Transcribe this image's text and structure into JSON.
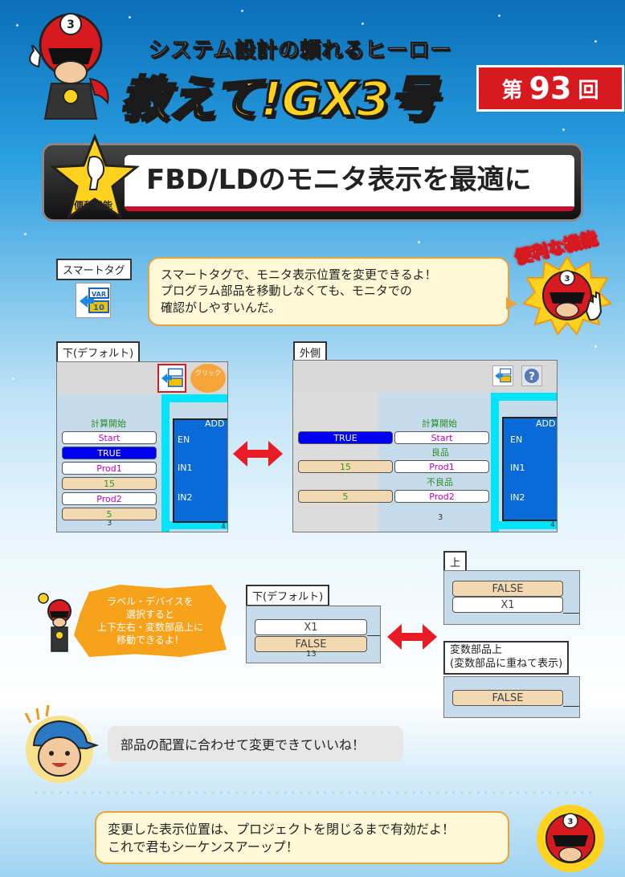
{
  "header": {
    "tagline": "システム設計の頼れるヒーロー",
    "title": "教えて!GX3号",
    "episode_prefix": "第",
    "episode_number": "93",
    "episode_suffix": "回"
  },
  "topic": {
    "badge": "便利機能",
    "title": "FBD/LDのモニタ表示を最適に"
  },
  "corner_badge": "便利な機能",
  "hero_mark": "3",
  "smart_tag": {
    "label": "スマートタグ",
    "icon_text_top": "VAR",
    "icon_text_bottom": "10",
    "bubble": "スマートタグで、モニタ表示位置を変更できるよ！\nプログラム部品を移動しなくても、モニタでの\n確認がしやすいんだ。"
  },
  "panel_default": {
    "label": "下(デフォルト)",
    "click_label": "クリック",
    "block_name": "ADD",
    "var_label": "計算開始",
    "cells": [
      "Start",
      "TRUE",
      "Prod1",
      "15",
      "Prod2",
      "5"
    ],
    "pins": [
      "EN",
      "IN1",
      "IN2"
    ],
    "foot": "3",
    "corner": "4"
  },
  "panel_outside": {
    "label": "外側",
    "block_name": "ADD",
    "var_label": "計算開始",
    "cells": [
      "TRUE",
      "Start",
      "15",
      "Prod1",
      "5",
      "Prod2"
    ],
    "sub_labels": [
      "良品",
      "不良品"
    ],
    "pins": [
      "EN",
      "IN1",
      "IN2"
    ],
    "foot": "3",
    "corner": "4"
  },
  "hint": {
    "text": "ラベル・デバイスを\n選択すると\n上下左右・変数部品上に\n移動できるよ！"
  },
  "small_default": {
    "label": "下(デフォルト)",
    "cells": [
      "X1",
      "FALSE"
    ],
    "foot": "13"
  },
  "small_top": {
    "label": "上",
    "cells": [
      "FALSE",
      "X1"
    ]
  },
  "small_over": {
    "label": "変数部品上\n(変数部品に重ねて表示)",
    "cells": [
      "FALSE"
    ]
  },
  "comment": {
    "text": "部品の配置に合わせて変更できていいね！"
  },
  "footer": {
    "text": "変更した表示位置は、プロジェクトを閉じるまで有効だよ！\nこれで君もシーケンスアーップ！"
  },
  "colors": {
    "accent_red": "#d71920",
    "title_yellow": "#ffd21f",
    "cyan_rail": "#00e5ff",
    "block_blue": "#0a6ad8"
  }
}
